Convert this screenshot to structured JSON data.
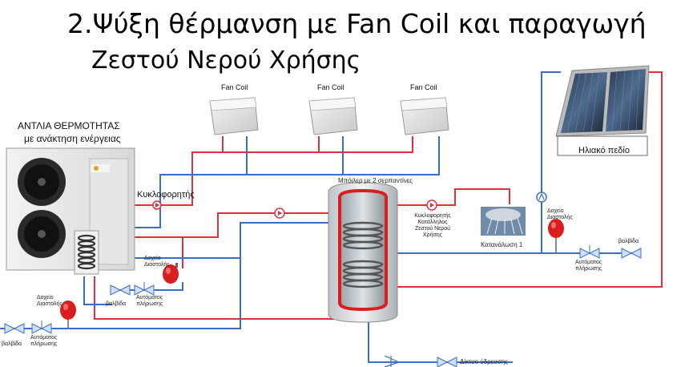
{
  "title": {
    "line1": "2.Ψύξη θέρμανση με Fan Coil και παραγωγή",
    "line2": "Ζεστού Νερού Χρήσης"
  },
  "heat_pump": {
    "label_line1": "ΑΝΤΛΙΑ ΘΕΡΜΟΤΗΤΑΣ",
    "label_line2": "με ανάκτηση ενέργειας"
  },
  "fan_coils": [
    "Fan Coil",
    "Fan Coil",
    "Fan Coil"
  ],
  "solar": {
    "label": "Ηλιακό πεδίο"
  },
  "boiler": {
    "label": "Μπόιλερ με 2 σερπαντίνες"
  },
  "circulator_main": {
    "label": "Κυκλοφορητής"
  },
  "circulator_dhw": {
    "line1": "Κυκλοφορητής",
    "line2": "Κατάλληλος",
    "line3": "Ζεστού  Νερού",
    "line4": "Χρήσης"
  },
  "consumption": {
    "label": "Κατανάλωση  1"
  },
  "expansion_mid": {
    "line1": "Δοχείο",
    "line2": "Διαστολής"
  },
  "expansion_left": {
    "line1": "Δοχείο",
    "line2": "Διαστολής"
  },
  "expansion_right": {
    "line1": "Δοχείο",
    "line2": "Διαστολής"
  },
  "valves": {
    "valve_mid": "βαλβίδα",
    "autofill_mid_1": "Αυτόματος",
    "autofill_mid_2": "πλήρωσης",
    "valve_left": "βαλβίδα",
    "autofill_left_1": "Αυτόματος",
    "autofill_left_2": "πλήρωσης",
    "valve_right": "βαλβίδα",
    "autofill_right_1": "Αυτόματος",
    "autofill_right_2": "πλήρωσης"
  },
  "network": {
    "label": "Δίκτυο ύδρευσης"
  },
  "colors": {
    "hot": "#e0303a",
    "cold": "#3a6fc9",
    "tank_red": "#d81e1e"
  }
}
